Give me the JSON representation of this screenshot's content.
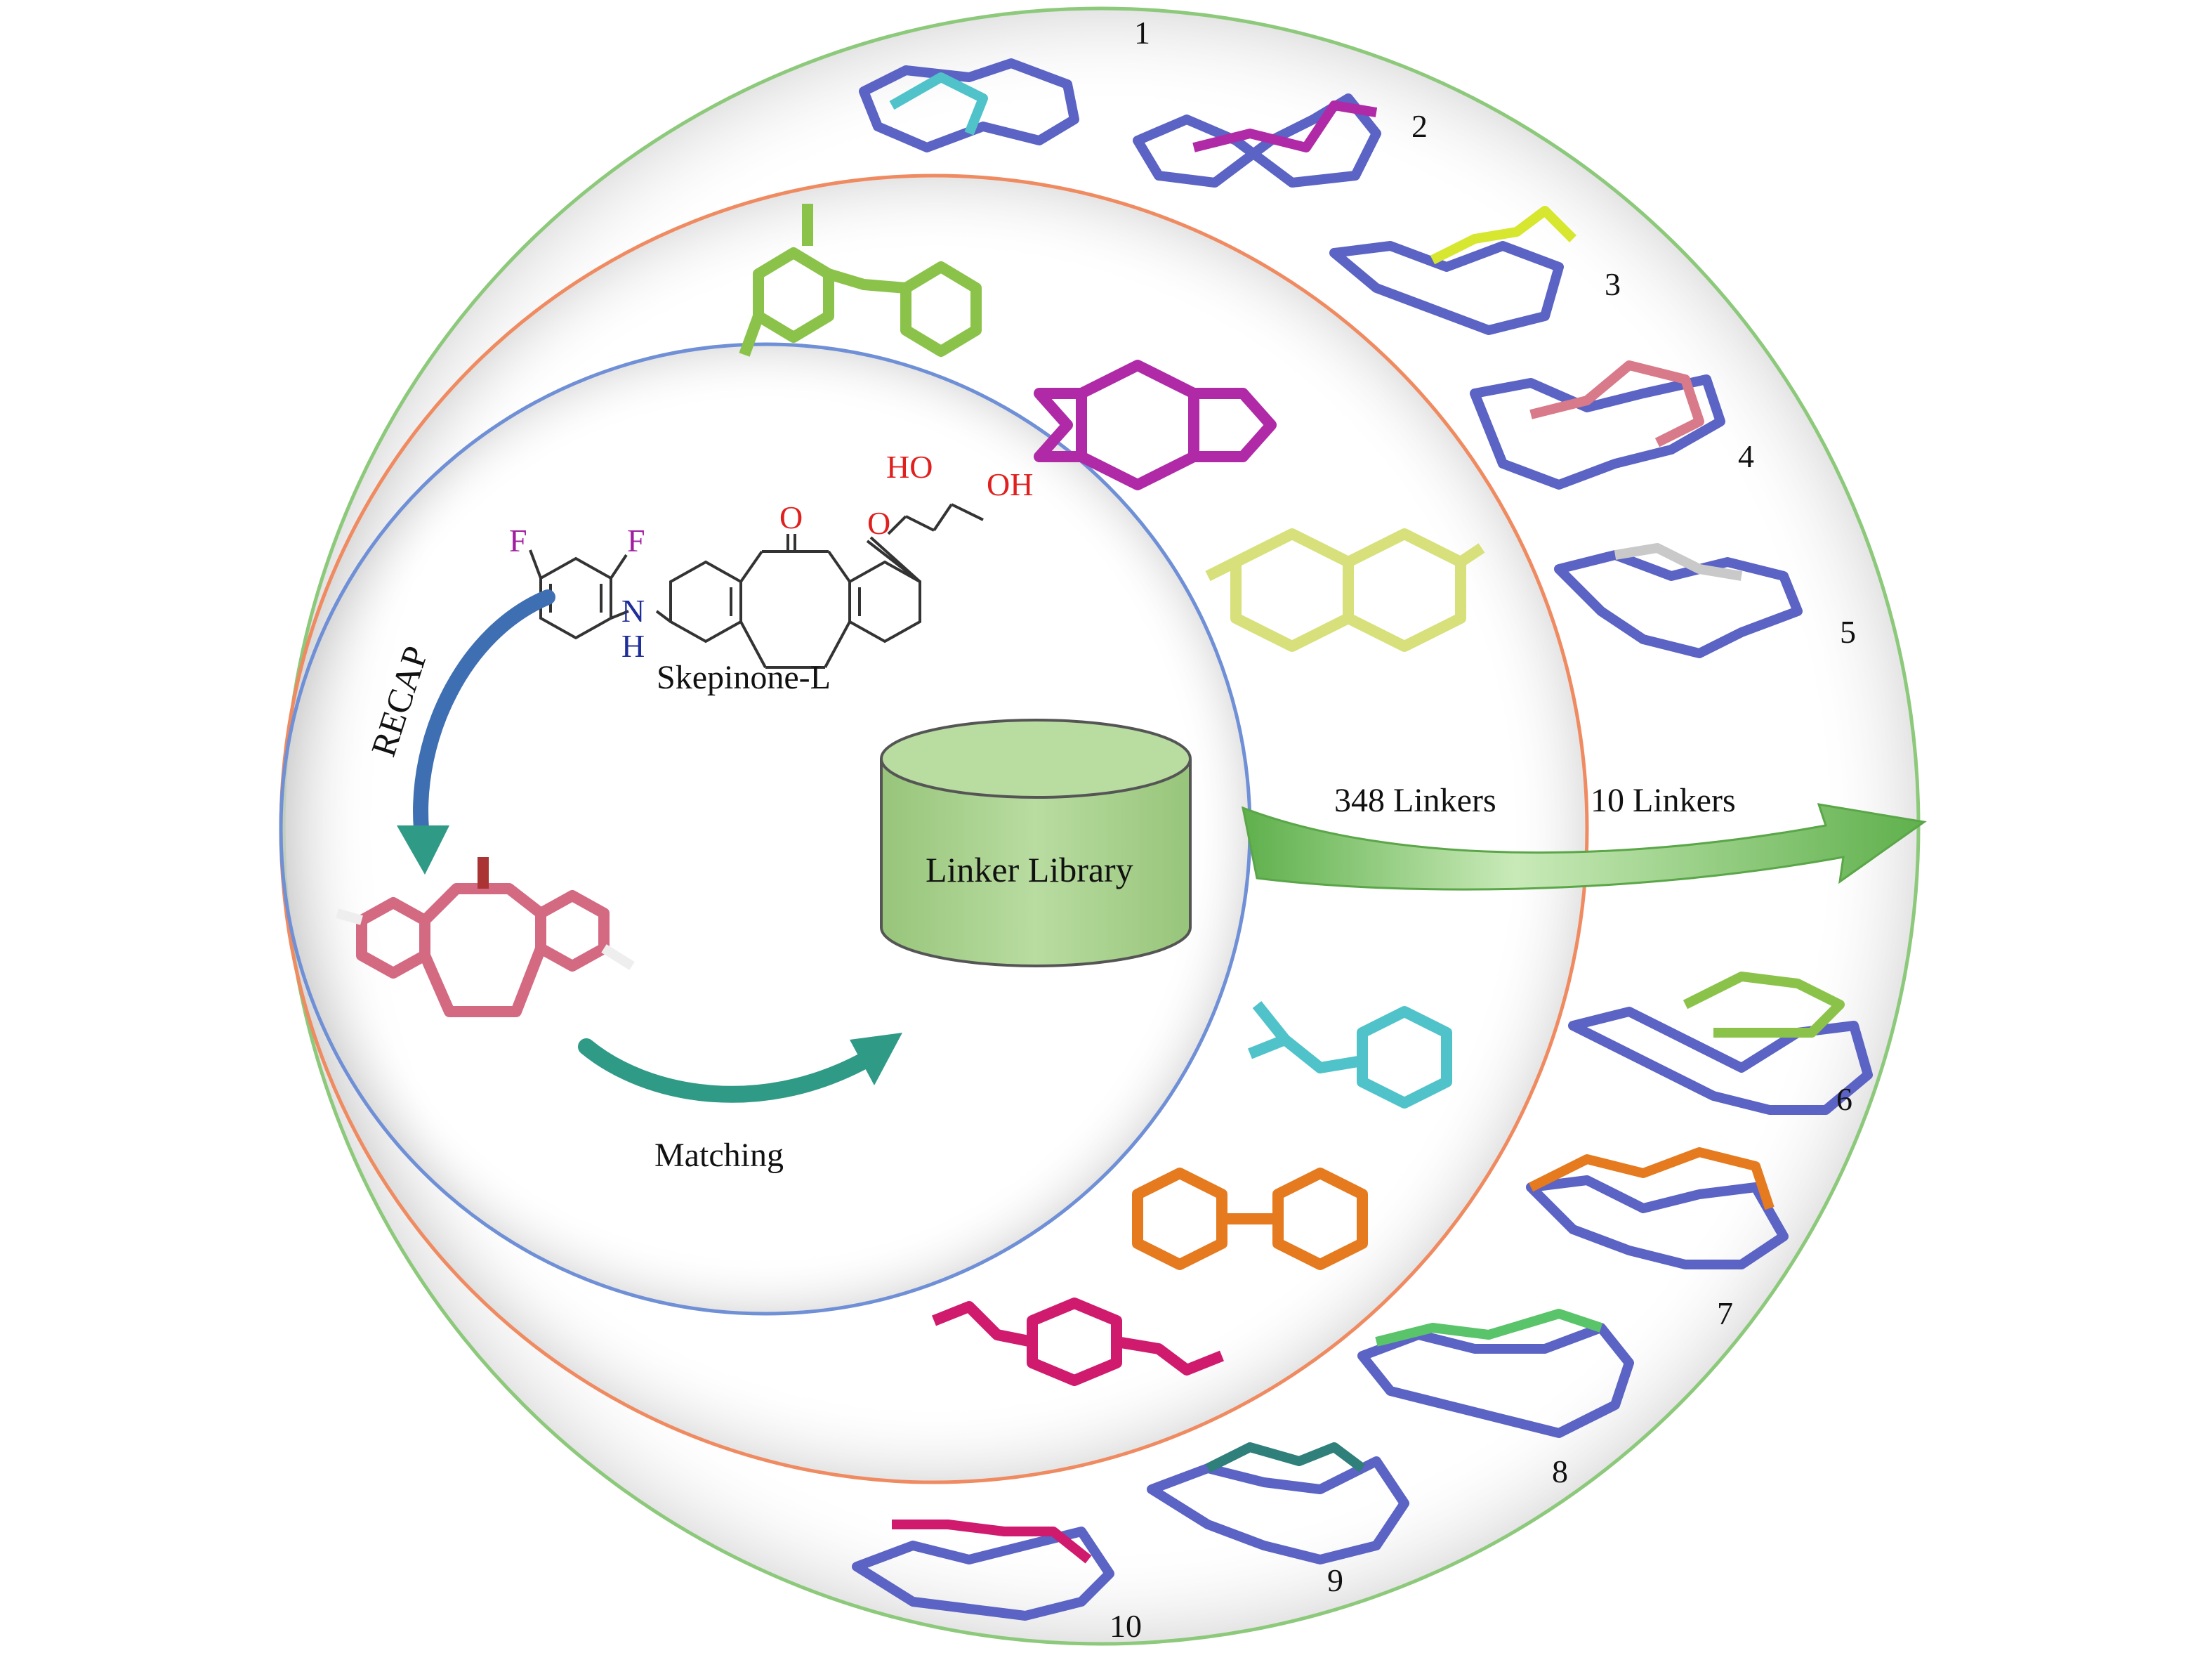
{
  "molecule": {
    "name": "Skepinone-L",
    "atoms": {
      "f1": "F",
      "f2": "F",
      "nh_n": "N",
      "nh_h": "H",
      "ketone_o": "O",
      "ether_o": "O",
      "ho": "HO",
      "oh": "OH"
    }
  },
  "process": {
    "recap_label": "RECAP",
    "matching_label": "Matching",
    "library_label": "Linker Library"
  },
  "flow": {
    "inner_count_label": "348 Linkers",
    "outer_count_label": "10 Linkers"
  },
  "candidates": {
    "numbers": [
      "1",
      "2",
      "3",
      "4",
      "5",
      "6",
      "7",
      "8",
      "9",
      "10"
    ]
  },
  "colors": {
    "ring_inner": "#6f8fd6",
    "ring_middle": "#f08a60",
    "ring_outer": "#8cc97a",
    "recap_arrow": "#3f6fb3",
    "matching_arrow": "#2f9a86",
    "library_fill": "#a9d18e",
    "flow_arrow": "#8ed17c",
    "fluorine": "#a01ea0",
    "nitrogen": "#1f2f9a",
    "oxygen": "#e0201e",
    "scaffold": "#5b63c4",
    "fragment_core": "#d46a82"
  }
}
